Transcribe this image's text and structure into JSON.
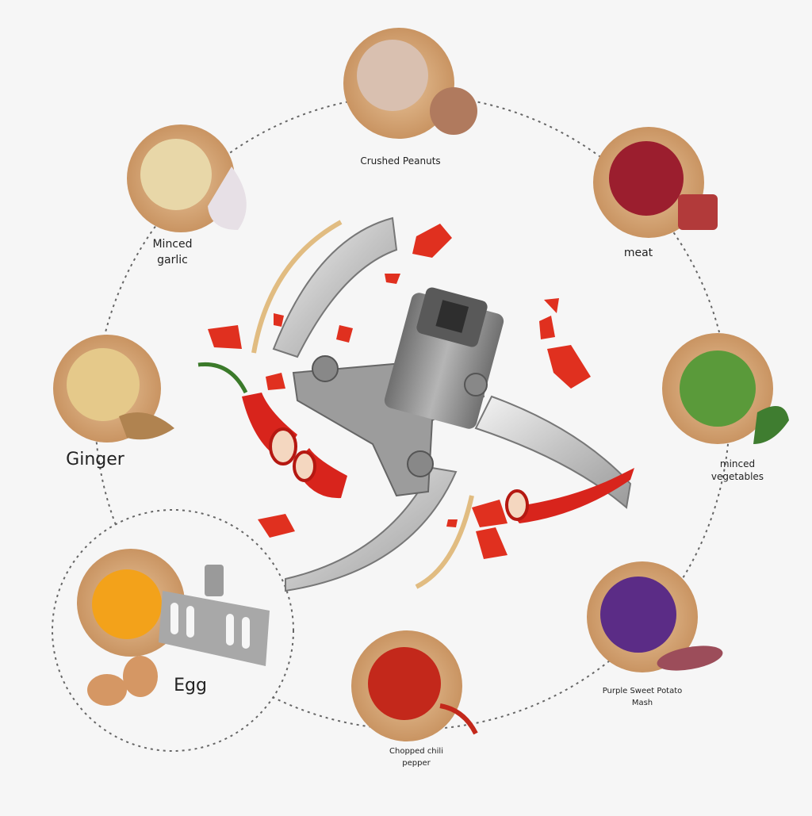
{
  "items": [
    {
      "id": "crushed-peanuts",
      "label": "Crushed Peanuts"
    },
    {
      "id": "meat",
      "label": "meat"
    },
    {
      "id": "minced-vegetables",
      "label": "minced\nvegetables"
    },
    {
      "id": "purple-sweet-potato",
      "label": "Purple Sweet Potato\nMash"
    },
    {
      "id": "chopped-chili",
      "label": "Chopped chili\npepper"
    },
    {
      "id": "egg",
      "label": "Egg"
    },
    {
      "id": "ginger",
      "label": "Ginger"
    },
    {
      "id": "minced-garlic",
      "label": "Minced\ngarlic"
    }
  ],
  "colors": {
    "background": "#f6f6f6",
    "wood": "#d9ad7c",
    "blade": "#cfcfcf",
    "hub": "#8f8f8f",
    "chili": "#d8241c"
  }
}
